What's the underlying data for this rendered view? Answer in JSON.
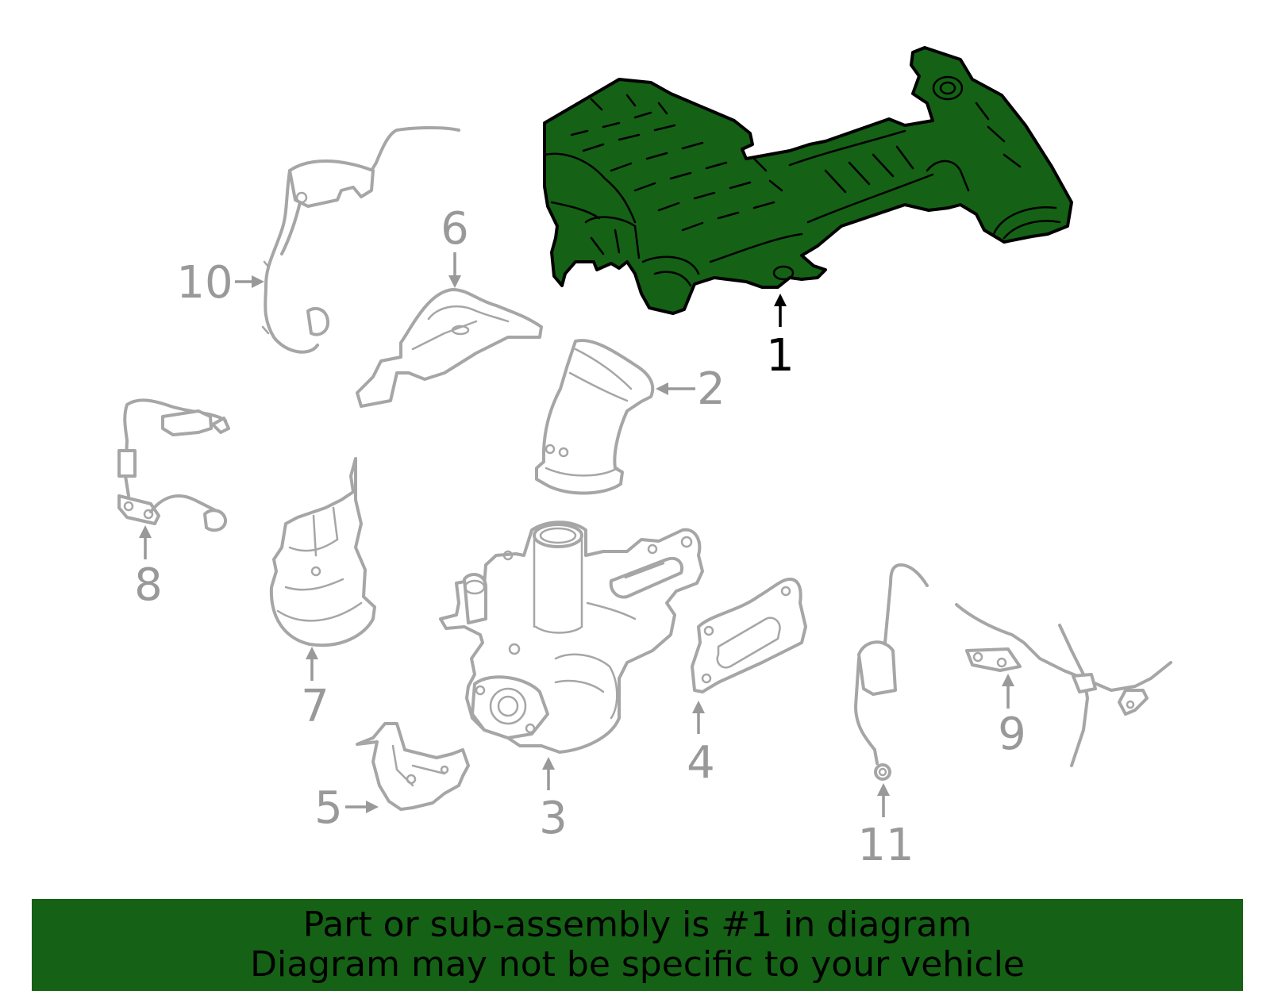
{
  "callouts": {
    "c1": "1",
    "c2": "2",
    "c3": "3",
    "c4": "4",
    "c5": "5",
    "c6": "6",
    "c7": "7",
    "c8": "8",
    "c9": "9",
    "c10": "10",
    "c11": "11"
  },
  "highlighted_part": "1",
  "banner": {
    "line1": "Part or sub-assembly is #1 in diagram",
    "line2": "Diagram may not be specific to your vehicle"
  },
  "colors": {
    "highlight_fill": "#156115",
    "ghost_stroke": "#a6a6a6",
    "callout_grey": "#999999",
    "active_text": "#000000"
  }
}
